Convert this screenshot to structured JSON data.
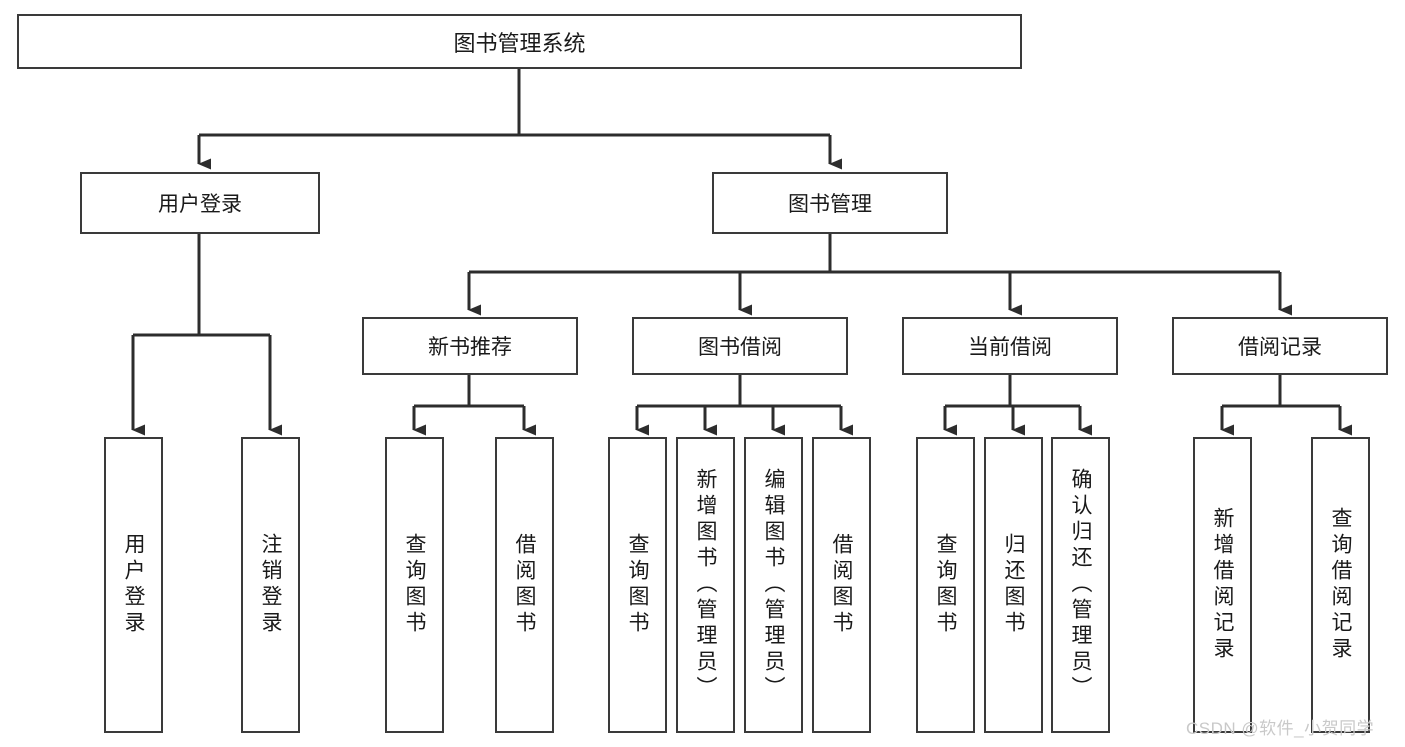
{
  "diagram": {
    "title": "图书管理系统",
    "type": "tree",
    "watermark": "CSDN @软件_小贺同学",
    "colors": {
      "box_border": "#3a3a3a",
      "box_fill": "#ffffff",
      "connector": "#2d2d2d",
      "text": "#1a1a1a",
      "watermark": "#c9c9c9",
      "background": "#ffffff"
    },
    "root": {
      "id": "root",
      "label": "图书管理系统"
    },
    "level2": [
      {
        "id": "user-login",
        "label": "用户登录"
      },
      {
        "id": "book-management",
        "label": "图书管理"
      }
    ],
    "level3": [
      {
        "id": "new-book-recommend",
        "label": "新书推荐",
        "parent": "book-management"
      },
      {
        "id": "book-borrow",
        "label": "图书借阅",
        "parent": "book-management"
      },
      {
        "id": "current-borrow",
        "label": "当前借阅",
        "parent": "book-management"
      },
      {
        "id": "borrow-record",
        "label": "借阅记录",
        "parent": "book-management"
      }
    ],
    "leaves": [
      {
        "id": "leaf-user-login",
        "label": "用户登录",
        "parent": "user-login"
      },
      {
        "id": "leaf-logout-login",
        "label": "注销登录",
        "parent": "user-login"
      },
      {
        "id": "leaf-query-book-1",
        "label": "查询图书",
        "parent": "new-book-recommend"
      },
      {
        "id": "leaf-borrow-book-1",
        "label": "借阅图书",
        "parent": "new-book-recommend"
      },
      {
        "id": "leaf-query-book-2",
        "label": "查询图书",
        "parent": "book-borrow"
      },
      {
        "id": "leaf-add-book",
        "label": "新增图书（管理员）",
        "parent": "book-borrow"
      },
      {
        "id": "leaf-edit-book",
        "label": "编辑图书（管理员）",
        "parent": "book-borrow"
      },
      {
        "id": "leaf-borrow-book-2",
        "label": "借阅图书",
        "parent": "book-borrow"
      },
      {
        "id": "leaf-query-book-3",
        "label": "查询图书",
        "parent": "current-borrow"
      },
      {
        "id": "leaf-return-book",
        "label": "归还图书",
        "parent": "current-borrow"
      },
      {
        "id": "leaf-confirm-return",
        "label": "确认归还（管理员）",
        "parent": "current-borrow"
      },
      {
        "id": "leaf-add-borrow-record",
        "label": "新增借阅记录",
        "parent": "borrow-record"
      },
      {
        "id": "leaf-query-borrow-record",
        "label": "查询借阅记录",
        "parent": "borrow-record"
      }
    ]
  }
}
